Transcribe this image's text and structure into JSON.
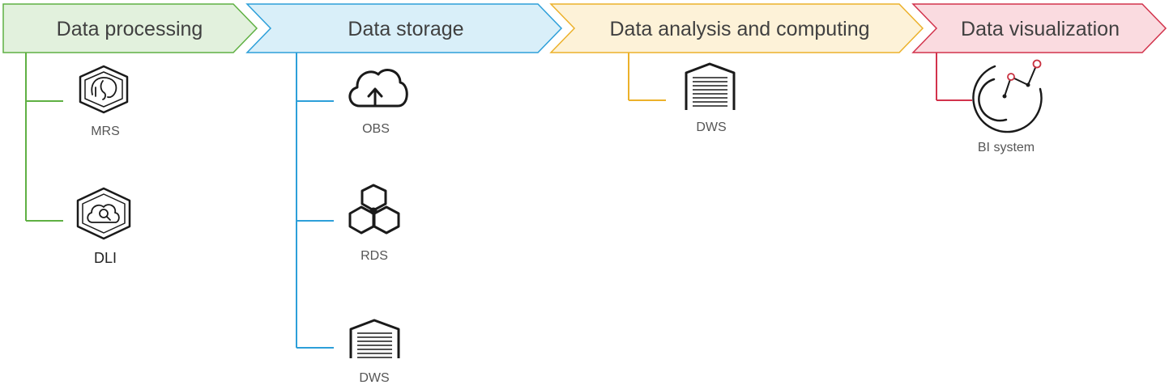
{
  "stages": [
    {
      "title": "Data processing",
      "fill": "#e2f1dd",
      "stroke": "#5fb043"
    },
    {
      "title": "Data storage",
      "fill": "#d9eff9",
      "stroke": "#2d9fd9"
    },
    {
      "title": "Data analysis and computing",
      "fill": "#fdf2d8",
      "stroke": "#ecb12a"
    },
    {
      "title": "Data visualization",
      "fill": "#fadbe0",
      "stroke": "#d2334c"
    }
  ],
  "services": {
    "mrs": {
      "label": "MRS",
      "icon": "elephant-hexagon-icon"
    },
    "dli": {
      "label": "DLI",
      "icon": "cloud-search-hexagon-icon"
    },
    "obs": {
      "label": "OBS",
      "icon": "cloud-upload-icon"
    },
    "rds": {
      "label": "RDS",
      "icon": "hexagon-cluster-icon"
    },
    "dws_storage": {
      "label": "DWS",
      "icon": "warehouse-icon"
    },
    "dws_analysis": {
      "label": "DWS",
      "icon": "warehouse-icon"
    },
    "bi": {
      "label": "BI system",
      "icon": "bi-chart-circle-icon"
    }
  },
  "colors": {
    "icon_stroke": "#1a1a1a",
    "bi_accent": "#c8303f"
  }
}
